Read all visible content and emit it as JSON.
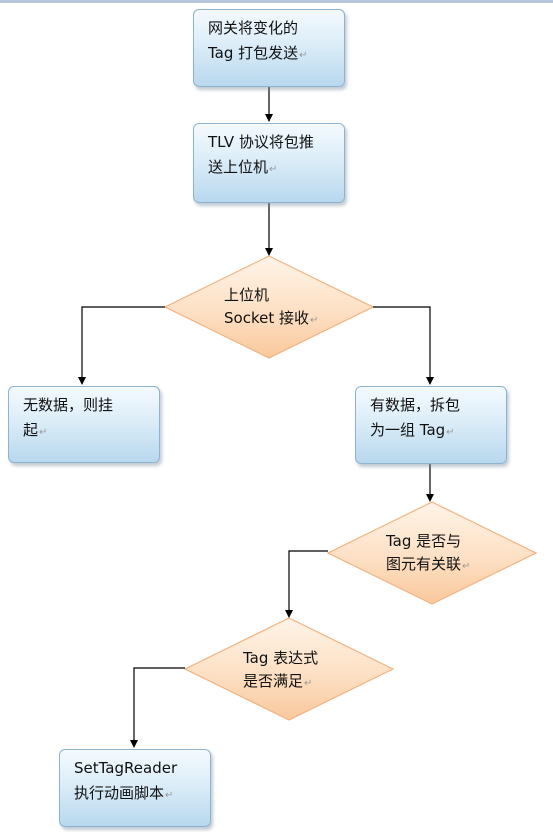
{
  "nodes": {
    "n1": {
      "lines": [
        "网关将变化的",
        "Tag 打包发送"
      ]
    },
    "n2": {
      "lines": [
        "TLV 协议将包推",
        "送上位机"
      ]
    },
    "d1": {
      "lines": [
        "上位机",
        "Socket 接收"
      ]
    },
    "n3": {
      "lines": [
        "无数据，则挂",
        "起"
      ]
    },
    "n4": {
      "lines": [
        "有数据，拆包",
        "为一组 Tag"
      ]
    },
    "d2": {
      "lines": [
        "Tag 是否与",
        "图元有关联"
      ]
    },
    "d3": {
      "lines": [
        "Tag 表达式",
        "是否满足"
      ]
    },
    "n5": {
      "lines": [
        "SetTagReader",
        "执行动画脚本"
      ]
    }
  },
  "colors": {
    "box_border": "#8db3cf",
    "box_fill_top": "#f4fafe",
    "box_fill_bottom": "#b8d8ee",
    "diamond_border": "#f2b27e",
    "diamond_fill_top": "#fff3e6",
    "diamond_fill_bottom": "#fbd0a8",
    "arrow": "#000000"
  },
  "paragraph_mark": "↵"
}
